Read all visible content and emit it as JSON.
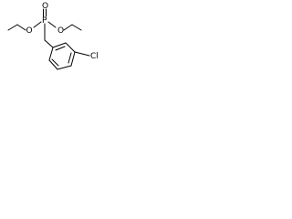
{
  "structure": {
    "atoms": {
      "phosphorus": "P",
      "oxygen_double": "O",
      "oxygen_left": "O",
      "oxygen_right": "O",
      "chlorine": "Cl"
    }
  },
  "colors": {
    "bond": "#000000",
    "background": "#ffffff"
  }
}
